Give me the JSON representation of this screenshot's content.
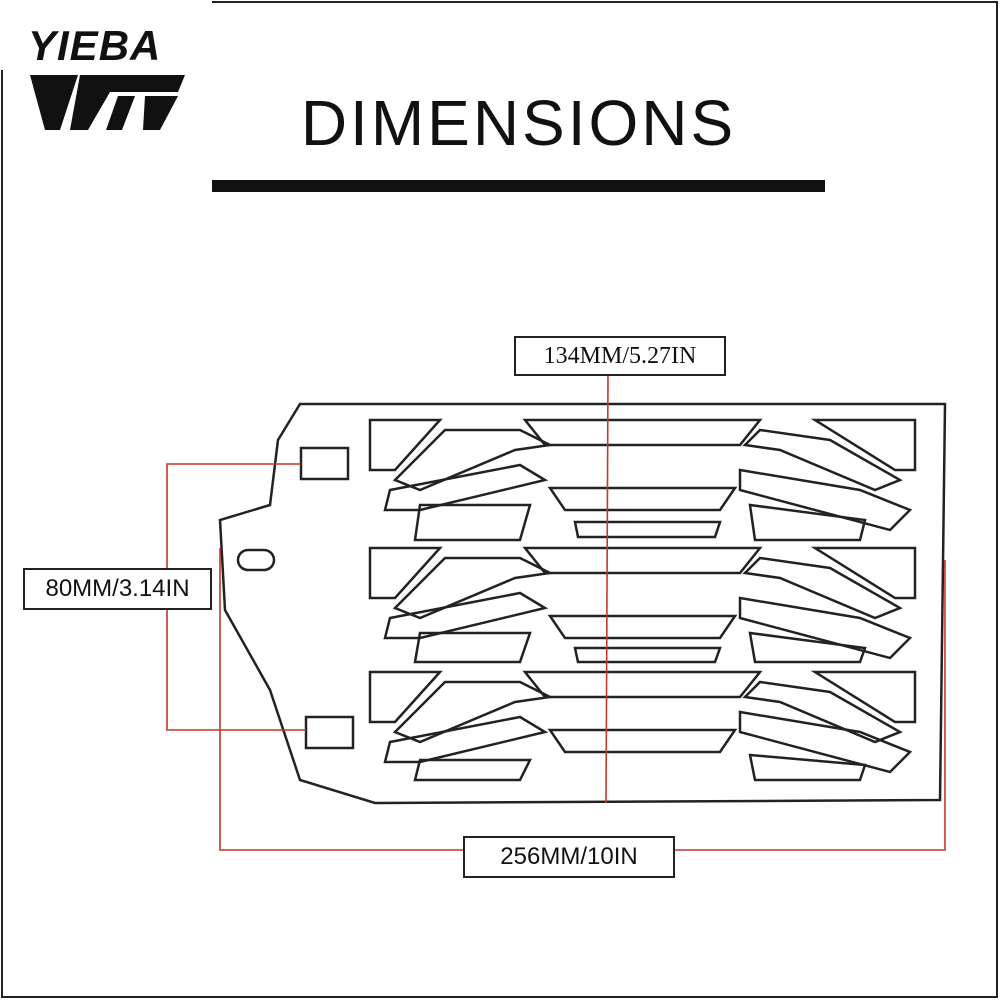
{
  "brand": {
    "name": "YIEBA"
  },
  "page": {
    "title": "DIMENSIONS"
  },
  "dimensions": {
    "width_top": "134MM/5.27IN",
    "height_left": "80MM/3.14IN",
    "width_bottom": "256MM/10IN"
  },
  "colors": {
    "outline": "#222222",
    "dimension_line": "#c0392b",
    "background": "#ffffff"
  }
}
